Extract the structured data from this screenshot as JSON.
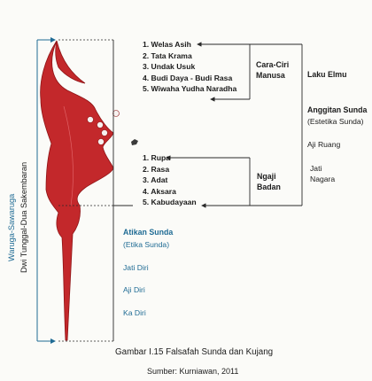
{
  "colors": {
    "kujang": "#c3282b",
    "kujang_dark": "#8f1416",
    "accent_blue": "#1f6b94",
    "line": "#2a2a2a"
  },
  "vertical_labels": {
    "left_1": "Waruga-Sawaruga",
    "left_2": "Dwi Tunggal-Dua Sakembaran"
  },
  "upper_list": [
    "1. Welas Asih",
    "2. Tata Krama",
    "3. Undak Usuk",
    "4. Budi Daya - Budi Rasa",
    "5. Wiwaha Yudha Naradha"
  ],
  "lower_list": [
    "1. Rupa",
    "2. Rasa",
    "3. Adat",
    "4. Aksara",
    "5. Kabudayaan"
  ],
  "cara_ciri": {
    "line1": "Cara-Ciri",
    "line2": "Manusa"
  },
  "ngaji": {
    "line1": "Ngaji",
    "line2": "Badan"
  },
  "right": {
    "laku_elmu": "Laku Elmu",
    "anggitan": "Anggitan Sunda",
    "estetika": "(Estetika Sunda)",
    "aji_ruang": "Aji Ruang",
    "jati": "Jati",
    "nagara": "Nagara"
  },
  "blade_labels": {
    "atikan": "Atikan Sunda",
    "etika": "(Etika Sunda)",
    "jati_diri": "Jati Diri",
    "aji_diri": "Aji Diri",
    "ka_diri": "Ka Diri"
  },
  "caption": "Gambar I.15 Falsafah Sunda dan Kujang",
  "source": "Sumber: Kurniawan, 2011"
}
